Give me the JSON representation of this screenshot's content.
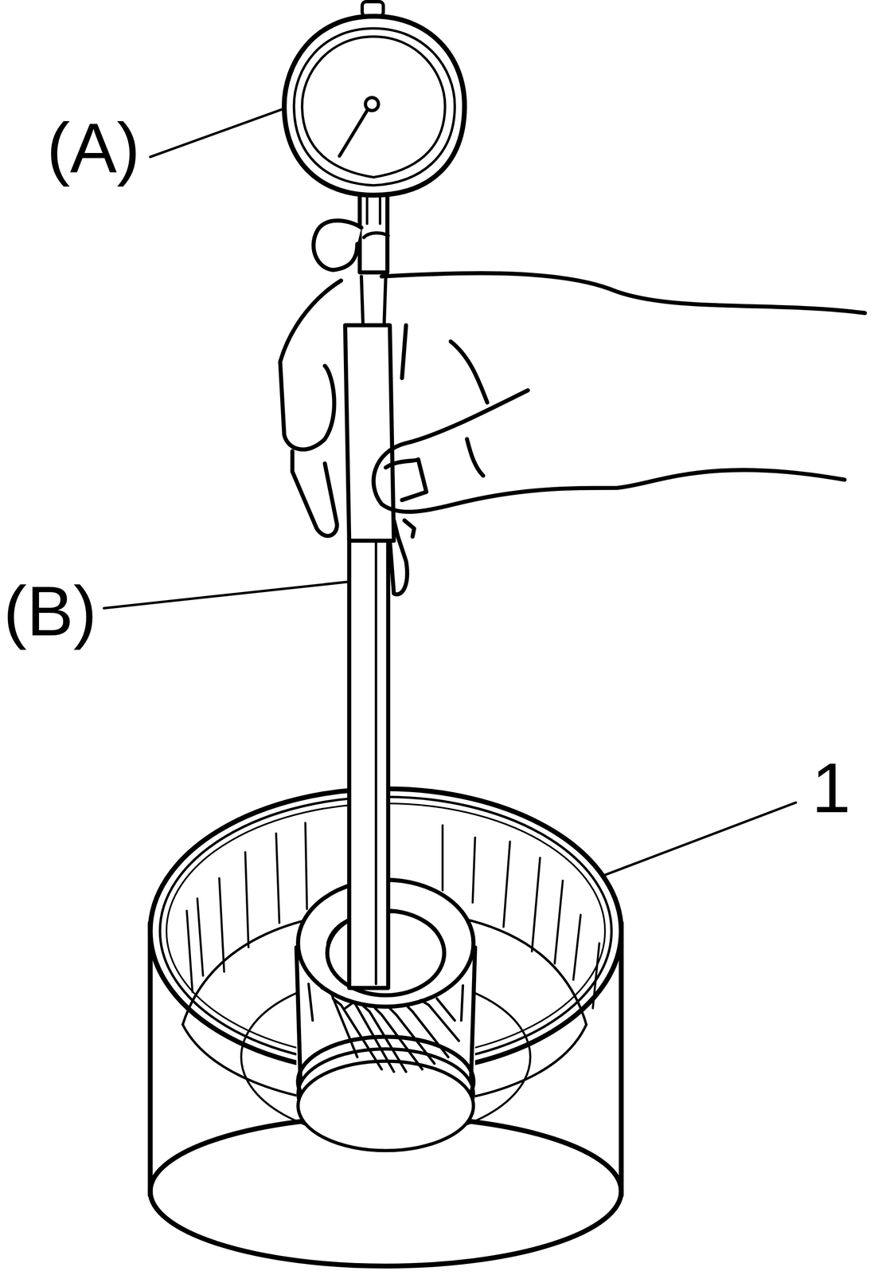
{
  "diagram": {
    "labels": [
      "(A)",
      "(B)",
      "1"
    ]
  }
}
